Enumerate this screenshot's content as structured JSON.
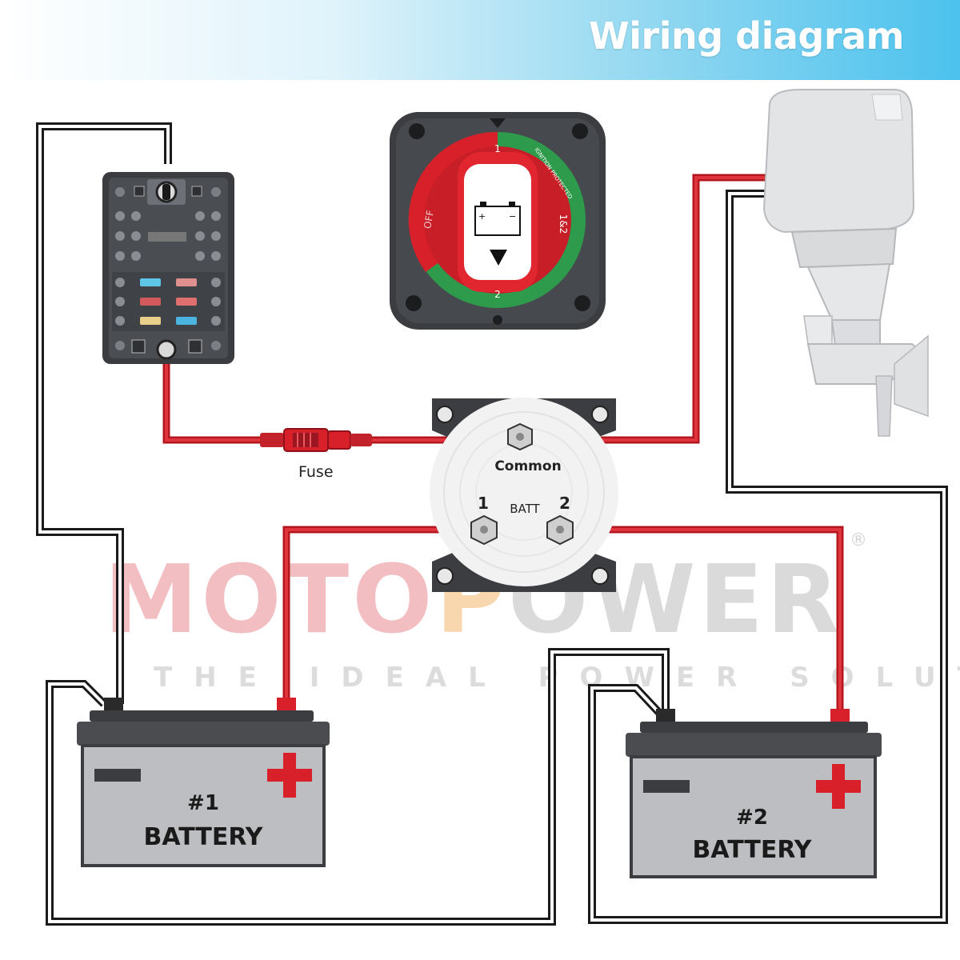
{
  "title": "Wiring diagram",
  "fuse_label": "Fuse",
  "switch": {
    "common_label": "Common",
    "batt_label": "BATT",
    "terminal_1": "1",
    "terminal_2": "2"
  },
  "selector_dial": {
    "pos_1": "1",
    "pos_2": "2",
    "pos_both": "1&2",
    "pos_off": "OFF",
    "ring_text": "IGNITION PROTECTED"
  },
  "battery_1": {
    "number": "#1",
    "label": "BATTERY"
  },
  "battery_2": {
    "number": "#2",
    "label": "BATTERY"
  },
  "watermark": {
    "brand_part1": "MOTO",
    "brand_part2": "P",
    "brand_part3": "OWER",
    "registered": "®",
    "tagline": "THE IDEAL POWER SOLUTION"
  },
  "colors": {
    "positive_wire": "#d8202a",
    "negative_wire": "#1a1a1a",
    "header_accent": "#4cc2ee",
    "watermark_red": "#f2b8bc",
    "watermark_orange": "#f8d3a6",
    "watermark_grey": "#cfcfcf"
  }
}
